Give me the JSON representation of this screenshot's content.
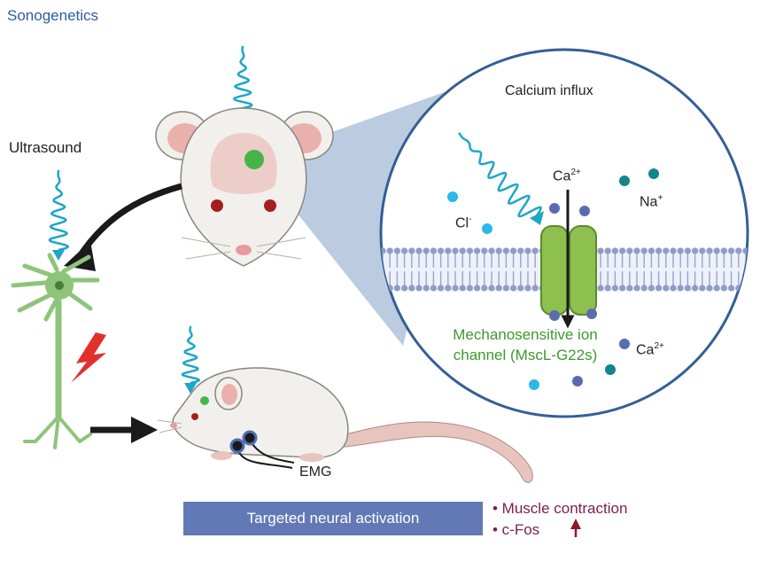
{
  "title": "Sonogenetics",
  "labels": {
    "ultrasound": "Ultrasound",
    "calcium_influx": "Calcium influx",
    "ca_top_base": "Ca",
    "ca_top_charge": "2+",
    "na_base": "Na",
    "na_charge": "+",
    "cl_base": "Cl",
    "cl_charge": "-",
    "ca_bottom_base": "Ca",
    "ca_bottom_charge": "2+",
    "channel_line1": "Mechanosensitive ion",
    "channel_line2": "channel (MscL-G22s)",
    "emg": "EMG"
  },
  "banner": "Targeted neural activation",
  "outcomes": [
    "• Muscle contraction",
    "• c-Fos"
  ],
  "colors": {
    "wave": "#1ea6c8",
    "title": "#2f5aa8",
    "channel": "#8dc04f",
    "channel_label": "#3c9a2c",
    "neuron": "#8ec47a",
    "banner": "#6279b5",
    "outcome_text": "#7d1f48",
    "outcome_arrow": "#8b1a2a",
    "lightning": "#e0312d",
    "ion_light": "#2ab8ea",
    "ion_dark": "#5a6cb0",
    "ion_teal": "#12868e"
  }
}
